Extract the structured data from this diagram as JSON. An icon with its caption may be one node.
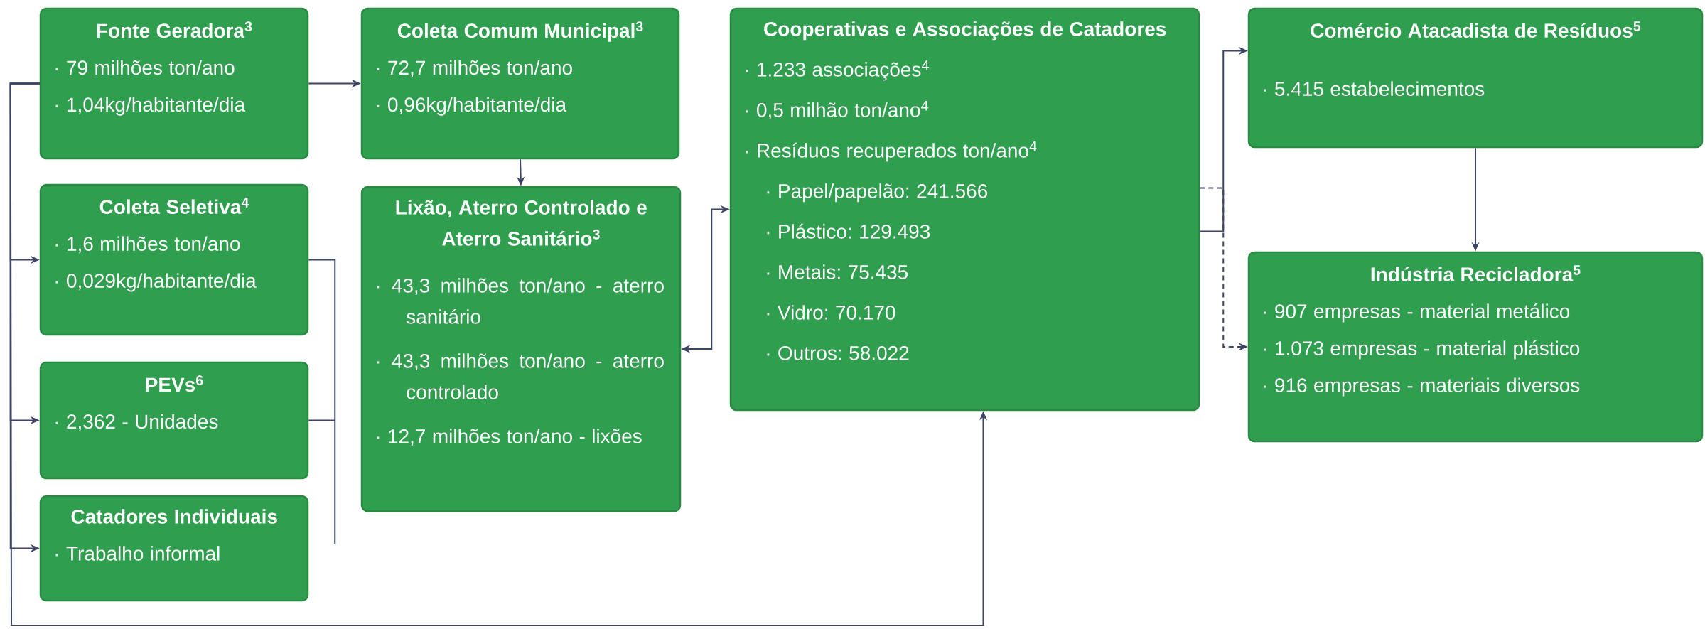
{
  "diagram": {
    "nodes": [
      {
        "text": [
          "Fonte Geradora$^{3}$",
          "· 79 milhões ton/ano",
          "· 1,04kg/habitante/dia"
        ]
      },
      {
        "text": [
          "Coleta Comum Municipal$^{3}$",
          "· 72,7 milhões ton/ano",
          "· 0,96kg/habitante/dia"
        ]
      },
      {
        "text": [
          "Coleta Seletiva$^{4}$",
          "· 1,6 milhões ton/ano",
          "· 0,029kg/habitante/dia"
        ]
      },
      {
        "text": [
          "Lixão, Aterro Controlado e Aterro Sanitário$^{3}$",
          "· 43,3 milhões ton/ano - aterro sanitário",
          "· 43,3 milhões ton/ano - aterro controlado",
          "· 12,7 milhões ton/ano - lixões"
        ]
      },
      {
        "text": [
          "PEVs$^{6}$",
          "· 2,362 - Unidades"
        ]
      },
      {
        "text": [
          "Catadores Individuais",
          "· Trabalho informal"
        ]
      },
      {
        "text": [
          "Cooperativas e Associações de Catadores",
          "· 1.233 associações$^{4}$",
          "· 0,5 milhão ton/ano$^{4}$",
          "· Resíduos recuperados ton/ano$^{4}$",
          "· Papel/papelão: 241.566",
          "· Plástico: 129.493",
          "· Metais: 75.435",
          "· Vidro: 70.170",
          "· Outros: 58.022"
        ]
      },
      {
        "text": [
          "Comércio Atacadista de Resíduos$^{5}$",
          "· 5.415 estabelecimentos"
        ]
      },
      {
        "text": [
          "Indústria Recicladora$^{5}$",
          "· 907 empresas - material metálico",
          "· 1.073 empresas - material plástico",
          "· 916 empresas - materiais diversos"
        ]
      }
    ],
    "edges": [
      {
        "from": 0,
        "to": 1,
        "arrow": "to"
      },
      {
        "from": 0,
        "to": 2,
        "arrow": "to"
      },
      {
        "from": 0,
        "to": 4,
        "arrow": "to"
      },
      {
        "from": 0,
        "to": 5,
        "arrow": "to"
      },
      {
        "from": 0,
        "to": 6,
        "arrow": "to"
      },
      {
        "from": 2,
        "to": null,
        "arrow": "none"
      },
      {
        "from": 4,
        "to": null,
        "arrow": "none"
      },
      {
        "from": 1,
        "to": 3,
        "arrow": "to"
      },
      {
        "from": 3,
        "to": 6,
        "arrow": "both"
      },
      {
        "from": 6,
        "to": 7,
        "arrow": "to"
      },
      {
        "from": 6,
        "to": 8,
        "arrow": "to",
        "style": "dashed"
      },
      {
        "from": 7,
        "to": 8,
        "arrow": "to"
      }
    ]
  }
}
